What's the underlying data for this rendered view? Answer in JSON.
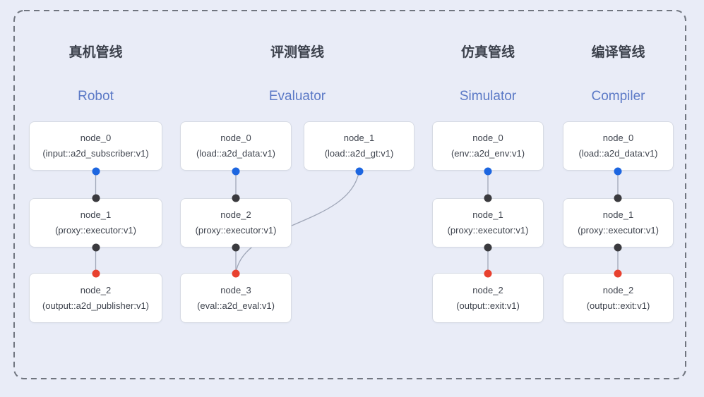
{
  "diagram": {
    "pipelines": [
      {
        "title_zh": "真机管线",
        "title_en": "Robot",
        "nodes": [
          {
            "name": "node_0",
            "type": "(input::a2d_subscriber:v1)"
          },
          {
            "name": "node_1",
            "type": "(proxy::executor:v1)"
          },
          {
            "name": "node_2",
            "type": "(output::a2d_publisher:v1)"
          }
        ]
      },
      {
        "title_zh": "评测管线",
        "title_en": "Evaluator",
        "nodes": [
          {
            "name": "node_0",
            "type": "(load::a2d_data:v1)"
          },
          {
            "name": "node_1",
            "type": "(load::a2d_gt:v1)"
          },
          {
            "name": "node_2",
            "type": "(proxy::executor:v1)"
          },
          {
            "name": "node_3",
            "type": "(eval::a2d_eval:v1)"
          }
        ]
      },
      {
        "title_zh": "仿真管线",
        "title_en": "Simulator",
        "nodes": [
          {
            "name": "node_0",
            "type": "(env::a2d_env:v1)"
          },
          {
            "name": "node_1",
            "type": "(proxy::executor:v1)"
          },
          {
            "name": "node_2",
            "type": "(output::exit:v1)"
          }
        ]
      },
      {
        "title_zh": "编译管线",
        "title_en": "Compiler",
        "nodes": [
          {
            "name": "node_0",
            "type": "(load::a2d_data:v1)"
          },
          {
            "name": "node_1",
            "type": "(proxy::executor:v1)"
          },
          {
            "name": "node_2",
            "type": "(output::exit:v1)"
          }
        ]
      }
    ],
    "edges": [
      {
        "pipeline": "Robot",
        "from": "node_0",
        "to": "node_1"
      },
      {
        "pipeline": "Robot",
        "from": "node_1",
        "to": "node_2"
      },
      {
        "pipeline": "Evaluator",
        "from": "node_0",
        "to": "node_2"
      },
      {
        "pipeline": "Evaluator",
        "from": "node_1",
        "to": "node_3"
      },
      {
        "pipeline": "Evaluator",
        "from": "node_2",
        "to": "node_3"
      },
      {
        "pipeline": "Simulator",
        "from": "node_0",
        "to": "node_1"
      },
      {
        "pipeline": "Simulator",
        "from": "node_1",
        "to": "node_2"
      },
      {
        "pipeline": "Compiler",
        "from": "node_0",
        "to": "node_1"
      },
      {
        "pipeline": "Compiler",
        "from": "node_1",
        "to": "node_2"
      }
    ],
    "colors": {
      "background": "#e9ecf7",
      "dashed_border": "#70757f",
      "edge": "#a0a7b8",
      "output_dot_blue": "#1d66e0",
      "junction_dot_black": "#3a3a3e",
      "input_dot_red": "#e8412f",
      "title_en_blue": "#5b79c6",
      "node_border": "#d7dbe4",
      "node_fill": "#ffffff",
      "text_dark": "#3f444e",
      "title_zh_color": "#3c414c"
    }
  }
}
